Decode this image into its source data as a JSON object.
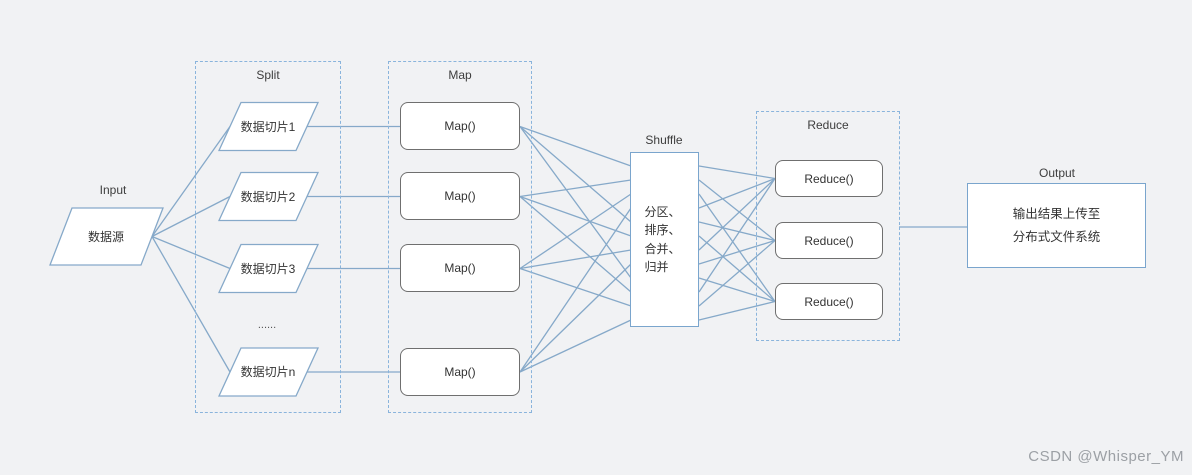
{
  "colors": {
    "background": "#f1f2f4",
    "connector": "#86a9c9",
    "dashed_border": "#8ab4dc",
    "solid_border": "#7aa5cd",
    "node_border": "#6f6f6f",
    "text": "#3d3d3d",
    "watermark": "#9ca0a5"
  },
  "input": {
    "label": "Input",
    "source_label": "数据源"
  },
  "split": {
    "label": "Split",
    "slices": [
      "数据切片1",
      "数据切片2",
      "数据切片3",
      "数据切片n"
    ],
    "ellipsis": "......"
  },
  "map": {
    "label": "Map",
    "nodes": [
      "Map()",
      "Map()",
      "Map()",
      "Map()"
    ]
  },
  "shuffle": {
    "label": "Shuffle",
    "steps": [
      "分区、",
      "排序、",
      "合并、",
      "归并"
    ]
  },
  "reduce": {
    "label": "Reduce",
    "nodes": [
      "Reduce()",
      "Reduce()",
      "Reduce()"
    ]
  },
  "output": {
    "label": "Output",
    "text_lines": [
      "输出结果上传至",
      "分布式文件系统"
    ]
  },
  "watermark": "CSDN @Whisper_YM"
}
